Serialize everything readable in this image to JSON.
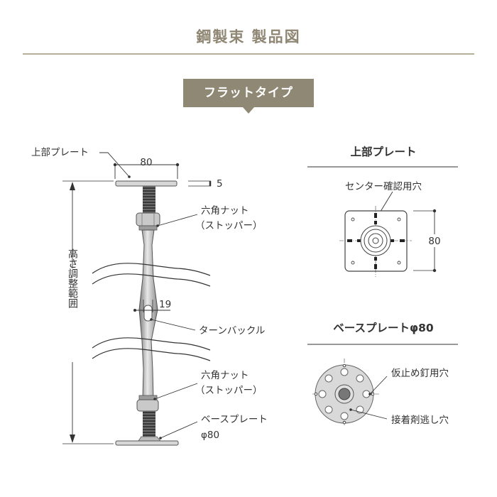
{
  "header": {
    "title": "鋼製束 製品図",
    "badge": "フラットタイプ"
  },
  "diagram": {
    "left": {
      "top_plate_label": "上部プレート",
      "top_plate_width": "80",
      "top_plate_thickness": "5",
      "nut_upper_line1": "六角ナット",
      "nut_upper_line2": "（ストッパー）",
      "height_label": "高さ調整範囲",
      "turnbuckle_width": "19",
      "turnbuckle_label": "ターンバックル",
      "nut_lower_line1": "六角ナット",
      "nut_lower_line2": "（ストッパー）",
      "base_plate_line1": "ベースプレート",
      "base_plate_line2": "φ80"
    },
    "top_view": {
      "title": "上部プレート",
      "center_hole_label": "センター確認用穴",
      "size": "80"
    },
    "base_view": {
      "title": "ベースプレートφ80",
      "nail_hole_label": "仮止め釘用穴",
      "adhesive_hole_label": "接着剤逃し穴"
    }
  }
}
